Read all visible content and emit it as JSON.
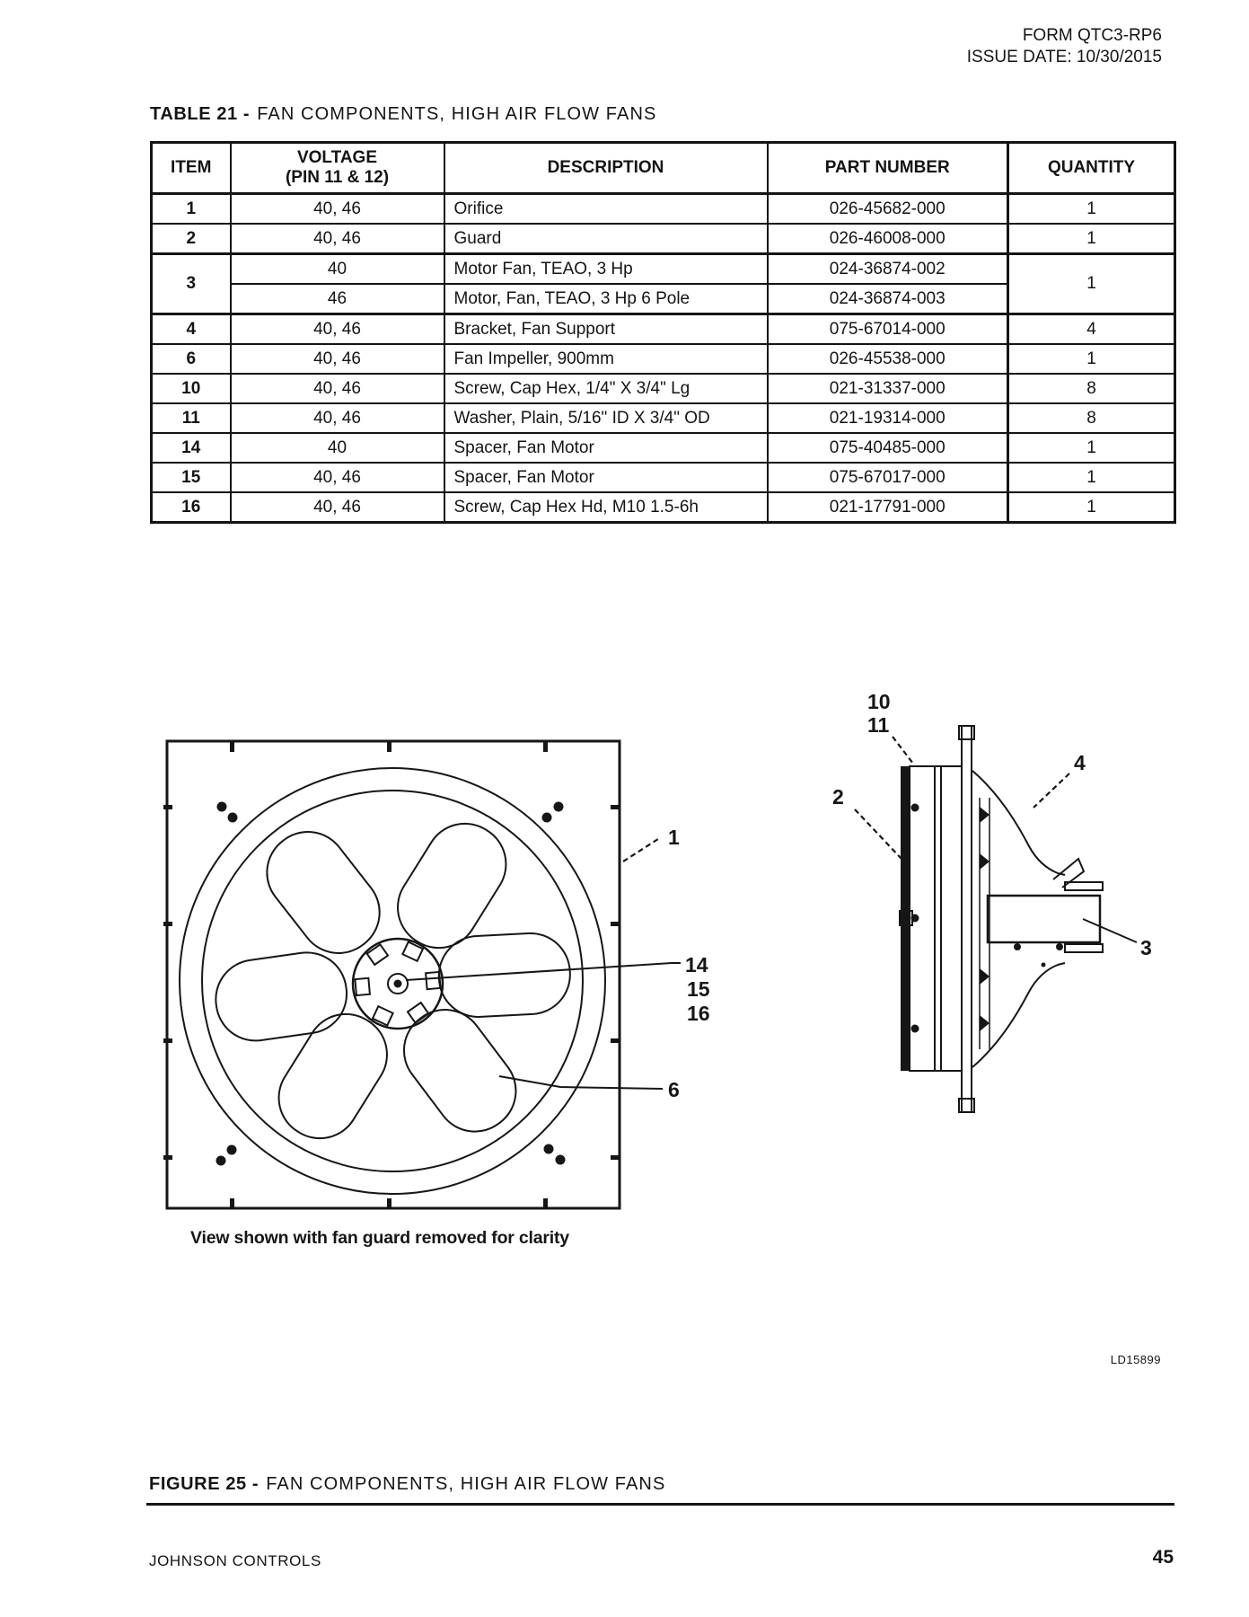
{
  "header": {
    "form": "FORM QTC3-RP6",
    "issue_date": "ISSUE DATE: 10/30/2015"
  },
  "table": {
    "title_prefix": "TABLE 21 -",
    "title": "FAN COMPONENTS, HIGH AIR FLOW FANS",
    "headers": {
      "item": "ITEM",
      "voltage": "VOLTAGE",
      "voltage_sub": "(PIN 11 & 12)",
      "description": "DESCRIPTION",
      "part_number": "PART NUMBER",
      "quantity": "QUANTITY"
    },
    "rows": [
      {
        "item": "1",
        "quantity": "1",
        "entries": [
          {
            "voltage": "40, 46",
            "description": "Orifice",
            "part_number": "026-45682-000"
          }
        ]
      },
      {
        "item": "2",
        "quantity": "1",
        "entries": [
          {
            "voltage": "40, 46",
            "description": "Guard",
            "part_number": "026-46008-000"
          }
        ]
      },
      {
        "item": "3",
        "quantity": "1",
        "entries": [
          {
            "voltage": "40",
            "description": "Motor Fan, TEAO, 3 Hp",
            "part_number": "024-36874-002"
          },
          {
            "voltage": "46",
            "description": "Motor, Fan, TEAO, 3 Hp 6 Pole",
            "part_number": "024-36874-003"
          }
        ]
      },
      {
        "item": "4",
        "quantity": "4",
        "entries": [
          {
            "voltage": "40, 46",
            "description": "Bracket, Fan Support",
            "part_number": "075-67014-000"
          }
        ]
      },
      {
        "item": "6",
        "quantity": "1",
        "entries": [
          {
            "voltage": "40, 46",
            "description": "Fan Impeller, 900mm",
            "part_number": "026-45538-000"
          }
        ]
      },
      {
        "item": "10",
        "quantity": "8",
        "entries": [
          {
            "voltage": "40, 46",
            "description": "Screw, Cap Hex, 1/4\" X 3/4\" Lg",
            "part_number": "021-31337-000"
          }
        ]
      },
      {
        "item": "11",
        "quantity": "8",
        "entries": [
          {
            "voltage": "40, 46",
            "description": "Washer, Plain, 5/16\" ID X 3/4\" OD",
            "part_number": "021-19314-000"
          }
        ]
      },
      {
        "item": "14",
        "quantity": "1",
        "entries": [
          {
            "voltage": "40",
            "description": "Spacer, Fan Motor",
            "part_number": "075-40485-000"
          }
        ]
      },
      {
        "item": "15",
        "quantity": "1",
        "entries": [
          {
            "voltage": "40, 46",
            "description": "Spacer, Fan Motor",
            "part_number": "075-67017-000"
          }
        ]
      },
      {
        "item": "16",
        "quantity": "1",
        "entries": [
          {
            "voltage": "40, 46",
            "description": "Screw, Cap Hex Hd, M10 1.5-6h",
            "part_number": "021-17791-000"
          }
        ]
      }
    ]
  },
  "figure": {
    "title_prefix": "FIGURE 25 -",
    "title": "FAN COMPONENTS, HIGH AIR FLOW FANS",
    "note": "View shown with fan guard removed for clarity",
    "drawing_id": "LD15899",
    "front_view_callouts": {
      "panel": "1",
      "spacer_40": "14",
      "spacer": "15",
      "screw": "16",
      "impeller": "6"
    },
    "side_view_callouts": {
      "screw": "10",
      "washer": "11",
      "guard": "2",
      "bracket": "4",
      "motor": "3"
    }
  },
  "footer": {
    "company": "JOHNSON CONTROLS",
    "page_number": "45"
  },
  "colors": {
    "ink": "#161616",
    "paper": "#ffffff"
  }
}
